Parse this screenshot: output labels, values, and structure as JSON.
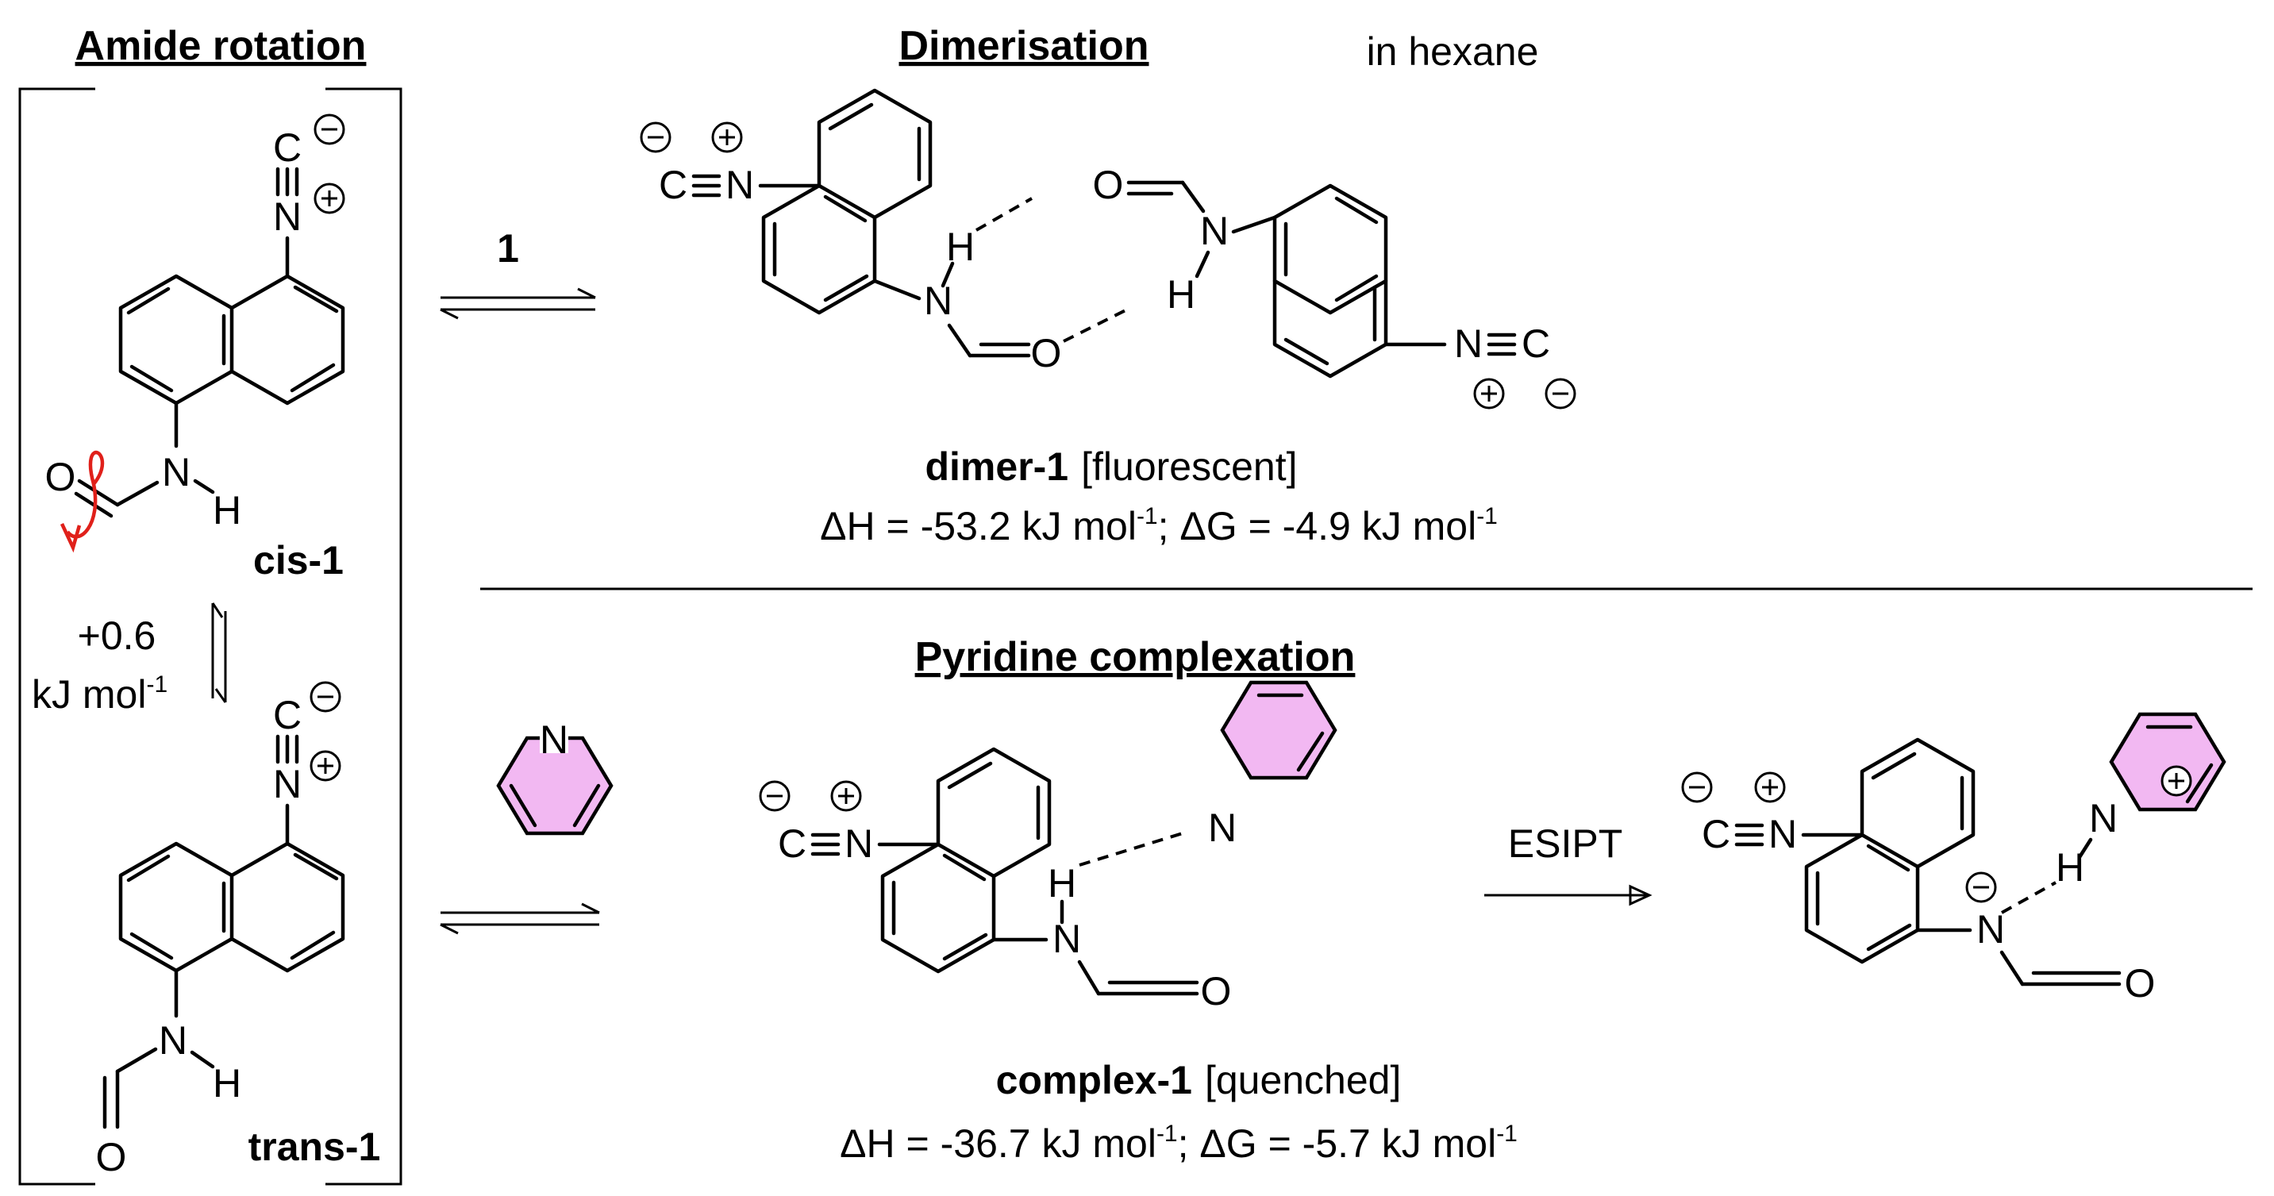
{
  "headings": {
    "amide_rotation": "Amide rotation",
    "dimerisation": "Dimerisation",
    "solvent": "in hexane",
    "pyridine_complexation": "Pyridine complexation"
  },
  "atoms": {
    "C": "C",
    "N": "N",
    "O": "O",
    "H": "H"
  },
  "labels": {
    "cis": "cis-1",
    "trans": "trans-1",
    "rotation_energy_value": "+0.6",
    "rotation_energy_unit": "kJ mol",
    "rotation_energy_exp": "-1",
    "equilibrium_reagent": "1",
    "dimer_name": "dimer-1",
    "dimer_state": "[fluorescent]",
    "dimer_dH": "ΔH = -53.2 kJ mol",
    "dimer_dG": "; ΔG = -4.9 kJ mol",
    "complex_name": "complex-1",
    "complex_state": "[quenched]",
    "complex_dH": "ΔH = -36.7 kJ mol",
    "complex_dG": "; ΔG = -5.7 kJ mol",
    "exp": "-1",
    "esipt": "ESIPT"
  },
  "colors": {
    "pyridine_fill": "#f2b8f2",
    "rotation_arrow": "#e0201a"
  }
}
